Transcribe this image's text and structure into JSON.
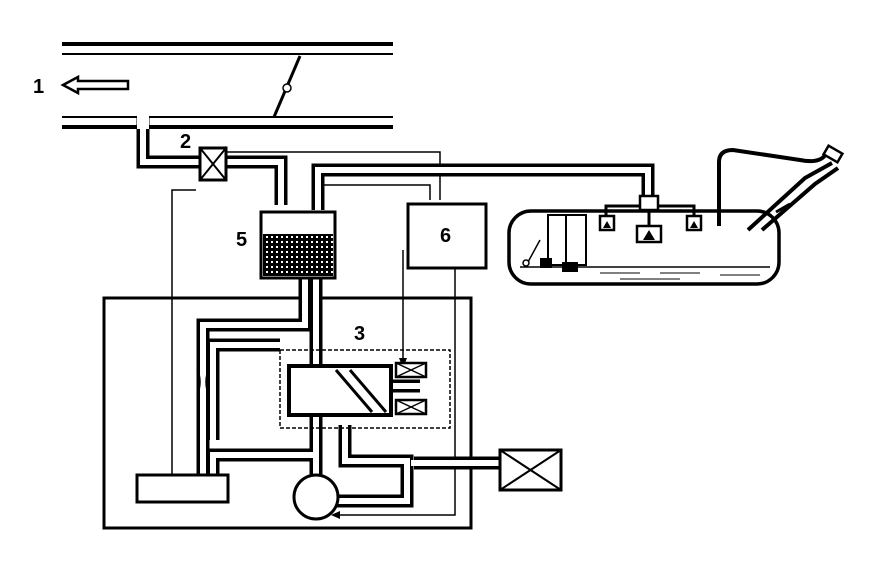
{
  "diagram": {
    "labels": {
      "l1": "1",
      "l2": "2",
      "l3": "3",
      "l5": "5",
      "l6": "6"
    }
  },
  "colors": {
    "ink": "#000000",
    "paper": "#ffffff"
  },
  "icons": {
    "flow_arrow": "hollow-left-arrow-icon",
    "valve": "crossed-box-valve-icon",
    "pump": "circle-pump-icon"
  }
}
